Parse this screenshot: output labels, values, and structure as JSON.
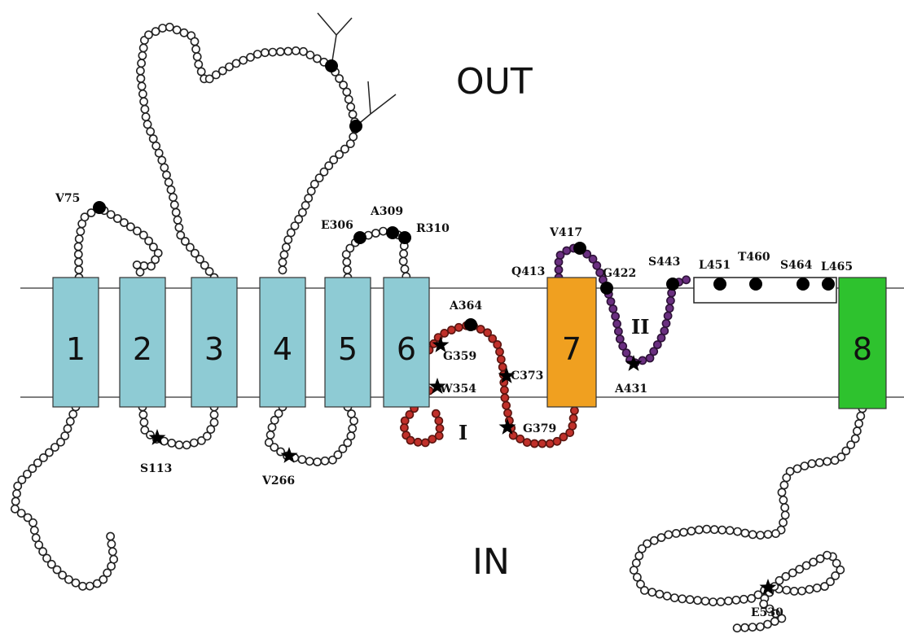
{
  "regions": {
    "outside": "OUT",
    "inside": "IN"
  },
  "helices": [
    {
      "label": "1",
      "color": "#8ecbd4"
    },
    {
      "label": "2",
      "color": "#8ecbd4"
    },
    {
      "label": "3",
      "color": "#8ecbd4"
    },
    {
      "label": "4",
      "color": "#8ecbd4"
    },
    {
      "label": "5",
      "color": "#8ecbd4"
    },
    {
      "label": "6",
      "color": "#8ecbd4"
    },
    {
      "label": "7",
      "color": "#f0a020"
    },
    {
      "label": "8",
      "color": "#2ec22e"
    }
  ],
  "loops": [
    {
      "label": "I",
      "color": "#c0302a"
    },
    {
      "label": "II",
      "color": "#6a2f80"
    }
  ],
  "residues": {
    "v75": "V75",
    "s113": "S113",
    "v266": "V266",
    "e306": "E306",
    "a309": "A309",
    "r310": "R310",
    "a364": "A364",
    "g359": "G359",
    "w354": "W354",
    "c373": "C373",
    "g379": "G379",
    "q413": "Q413",
    "v417": "V417",
    "g422": "G422",
    "a431": "A431",
    "s443": "S443",
    "l451": "L451",
    "t460": "T460",
    "s464": "S464",
    "l465": "L465",
    "e530": "E530"
  },
  "colors": {
    "membrane_line": "#555555",
    "bead_outline": "#222222",
    "bead_fill": "#ffffff",
    "marker": "#000000"
  }
}
